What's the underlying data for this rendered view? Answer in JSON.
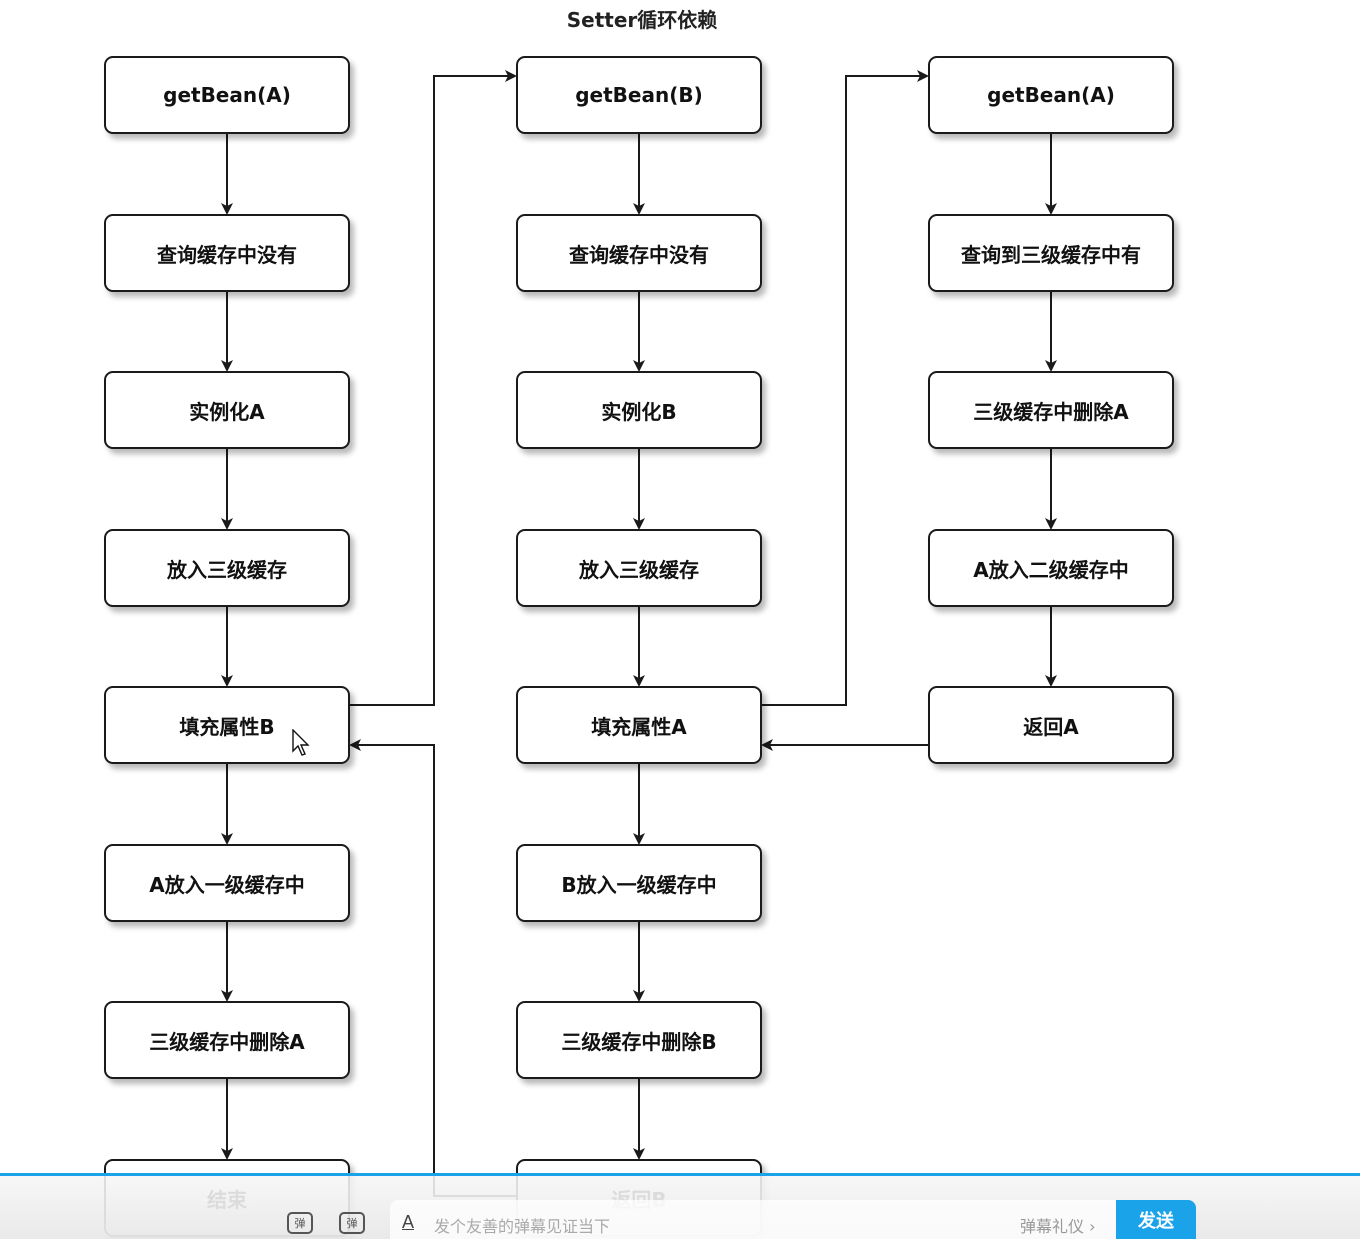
{
  "title": "Setter循环依赖",
  "columns": [
    {
      "id": "col-a",
      "nodes": [
        "getBean(A)",
        "查询缓存中没有",
        "实例化A",
        "放入三级缓存",
        "填充属性B",
        "A放入一级缓存中",
        "三级缓存中删除A",
        "结束"
      ]
    },
    {
      "id": "col-b",
      "nodes": [
        "getBean(B)",
        "查询缓存中没有",
        "实例化B",
        "放入三级缓存",
        "填充属性A",
        "B放入一级缓存中",
        "三级缓存中删除B",
        "返回B"
      ]
    },
    {
      "id": "col-a2",
      "nodes": [
        "getBean(A)",
        "查询到三级缓存中有",
        "三级缓存中删除A",
        "A放入二级缓存中",
        "返回A"
      ]
    }
  ],
  "danmaku_bar": {
    "icon_1": "弹",
    "icon_2": "弹",
    "placeholder": "发个友善的弹幕见证当下",
    "gift_label": "弹幕礼仪 ›",
    "send_label": "发送"
  },
  "icons": {
    "cursor": "mouse-pointer-icon",
    "font": "font-style-icon"
  },
  "colors": {
    "line": "#1a1a1a",
    "accent": "#1aa3e8"
  }
}
